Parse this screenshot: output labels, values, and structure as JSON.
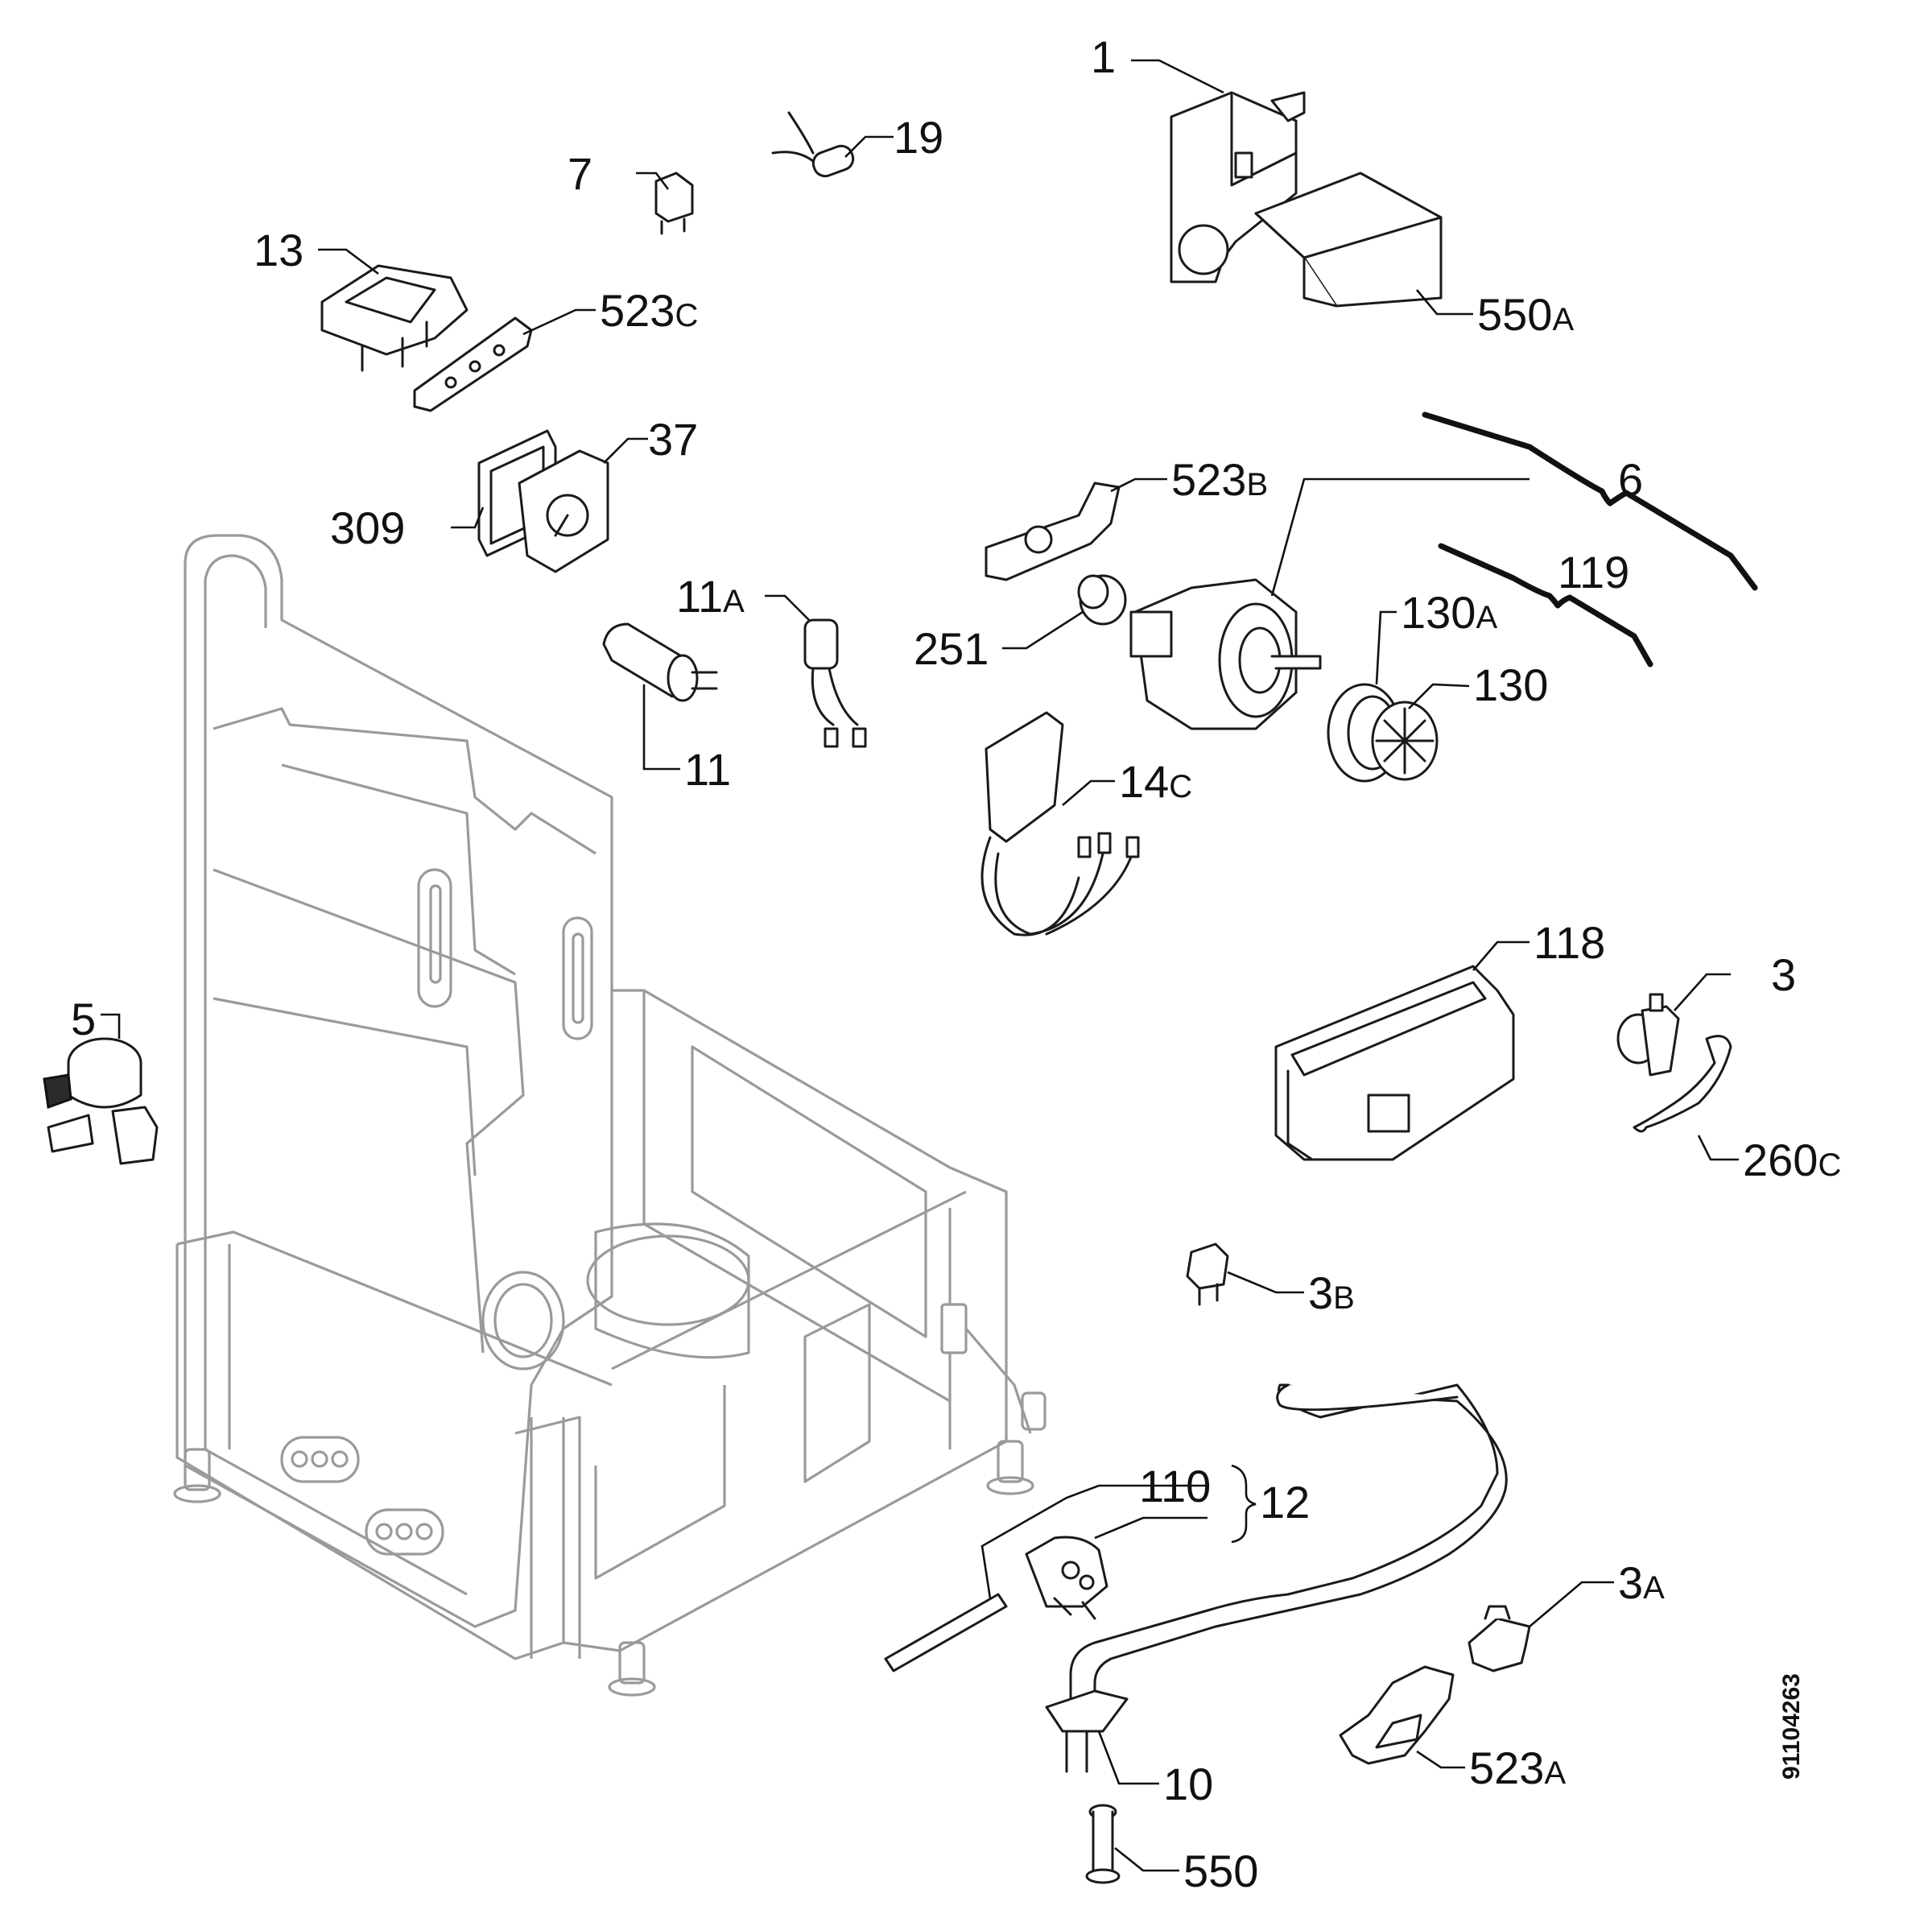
{
  "callouts": [
    {
      "id": "1",
      "num": "1",
      "suffix": ""
    },
    {
      "id": "19",
      "num": "19",
      "suffix": ""
    },
    {
      "id": "7",
      "num": "7",
      "suffix": ""
    },
    {
      "id": "13",
      "num": "13",
      "suffix": ""
    },
    {
      "id": "523C",
      "num": "523",
      "suffix": "C"
    },
    {
      "id": "550A",
      "num": "550",
      "suffix": "A"
    },
    {
      "id": "37",
      "num": "37",
      "suffix": ""
    },
    {
      "id": "309",
      "num": "309",
      "suffix": ""
    },
    {
      "id": "523B",
      "num": "523",
      "suffix": "B"
    },
    {
      "id": "6",
      "num": "6",
      "suffix": ""
    },
    {
      "id": "119",
      "num": "119",
      "suffix": ""
    },
    {
      "id": "11A",
      "num": "11",
      "suffix": "A"
    },
    {
      "id": "251",
      "num": "251",
      "suffix": ""
    },
    {
      "id": "130A",
      "num": "130",
      "suffix": "A"
    },
    {
      "id": "130",
      "num": "130",
      "suffix": ""
    },
    {
      "id": "11",
      "num": "11",
      "suffix": ""
    },
    {
      "id": "14C",
      "num": "14",
      "suffix": "C"
    },
    {
      "id": "118",
      "num": "118",
      "suffix": ""
    },
    {
      "id": "3",
      "num": "3",
      "suffix": ""
    },
    {
      "id": "5",
      "num": "5",
      "suffix": ""
    },
    {
      "id": "260C",
      "num": "260",
      "suffix": "C"
    },
    {
      "id": "3B",
      "num": "3",
      "suffix": "B"
    },
    {
      "id": "110",
      "num": "110",
      "suffix": ""
    },
    {
      "id": "12",
      "num": "12",
      "suffix": ""
    },
    {
      "id": "3A",
      "num": "3",
      "suffix": "A"
    },
    {
      "id": "10",
      "num": "10",
      "suffix": ""
    },
    {
      "id": "523A",
      "num": "523",
      "suffix": "A"
    },
    {
      "id": "550",
      "num": "550",
      "suffix": ""
    }
  ],
  "drawing_reference": "91104263"
}
